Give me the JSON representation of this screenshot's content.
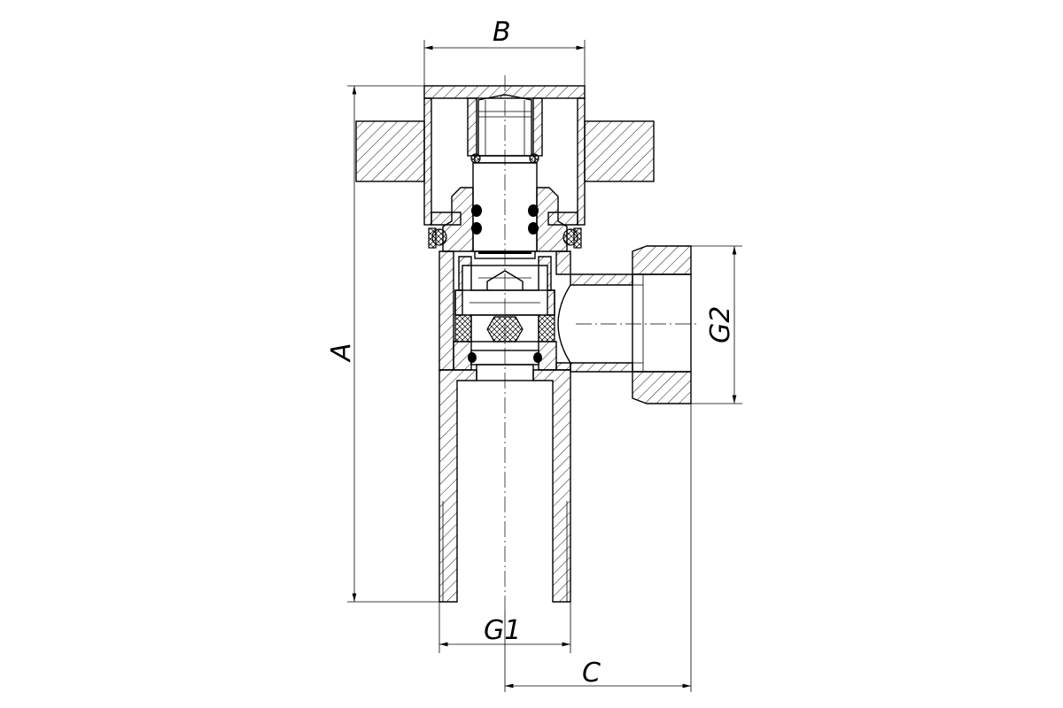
{
  "dimensions": {
    "A": "A",
    "B": "B",
    "C": "C",
    "G1": "G1",
    "G2": "G2"
  }
}
